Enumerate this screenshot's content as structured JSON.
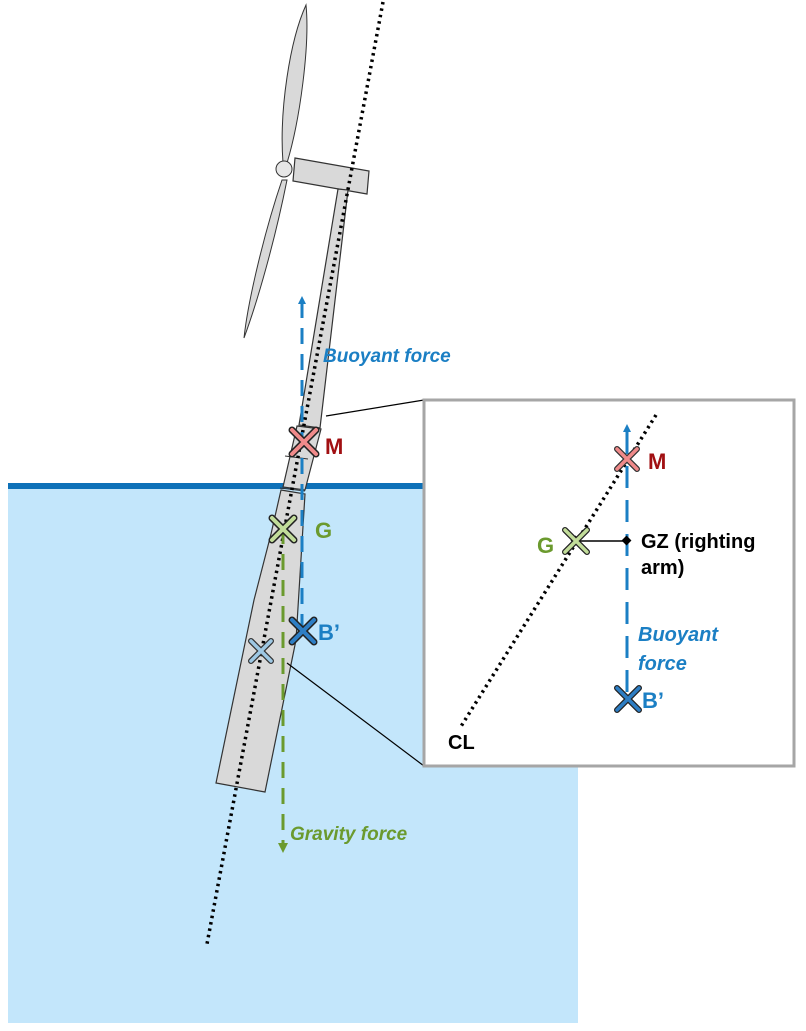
{
  "colors": {
    "water": "#c3e6fb",
    "waterline": "#0e71b8",
    "buoyancy": "#1b7fc4",
    "gravity": "#6b9a2e",
    "metacenter_text": "#a10f12",
    "metacenter_fill": "#f08a8a",
    "gravity_marker_fill": "#c2dd9a",
    "buoyancy_marker_fill": "#2e7ec4",
    "original_buoyancy_fill": "#9ec8e4",
    "structure": "#d9d9d9",
    "inset_border": "#a6a6a6"
  },
  "main": {
    "buoyant_force_label": "Buoyant force",
    "gravity_force_label": "Gravity force",
    "m_label": "M",
    "g_label": "G",
    "b_label": "B’"
  },
  "inset": {
    "m_label": "M",
    "g_label": "G",
    "gz_label_line1": "GZ (righting",
    "gz_label_line2": "arm)",
    "buoyant_label_line1": "Buoyant",
    "buoyant_label_line2": "force",
    "b_label": "B’",
    "cl_label": "CL"
  }
}
